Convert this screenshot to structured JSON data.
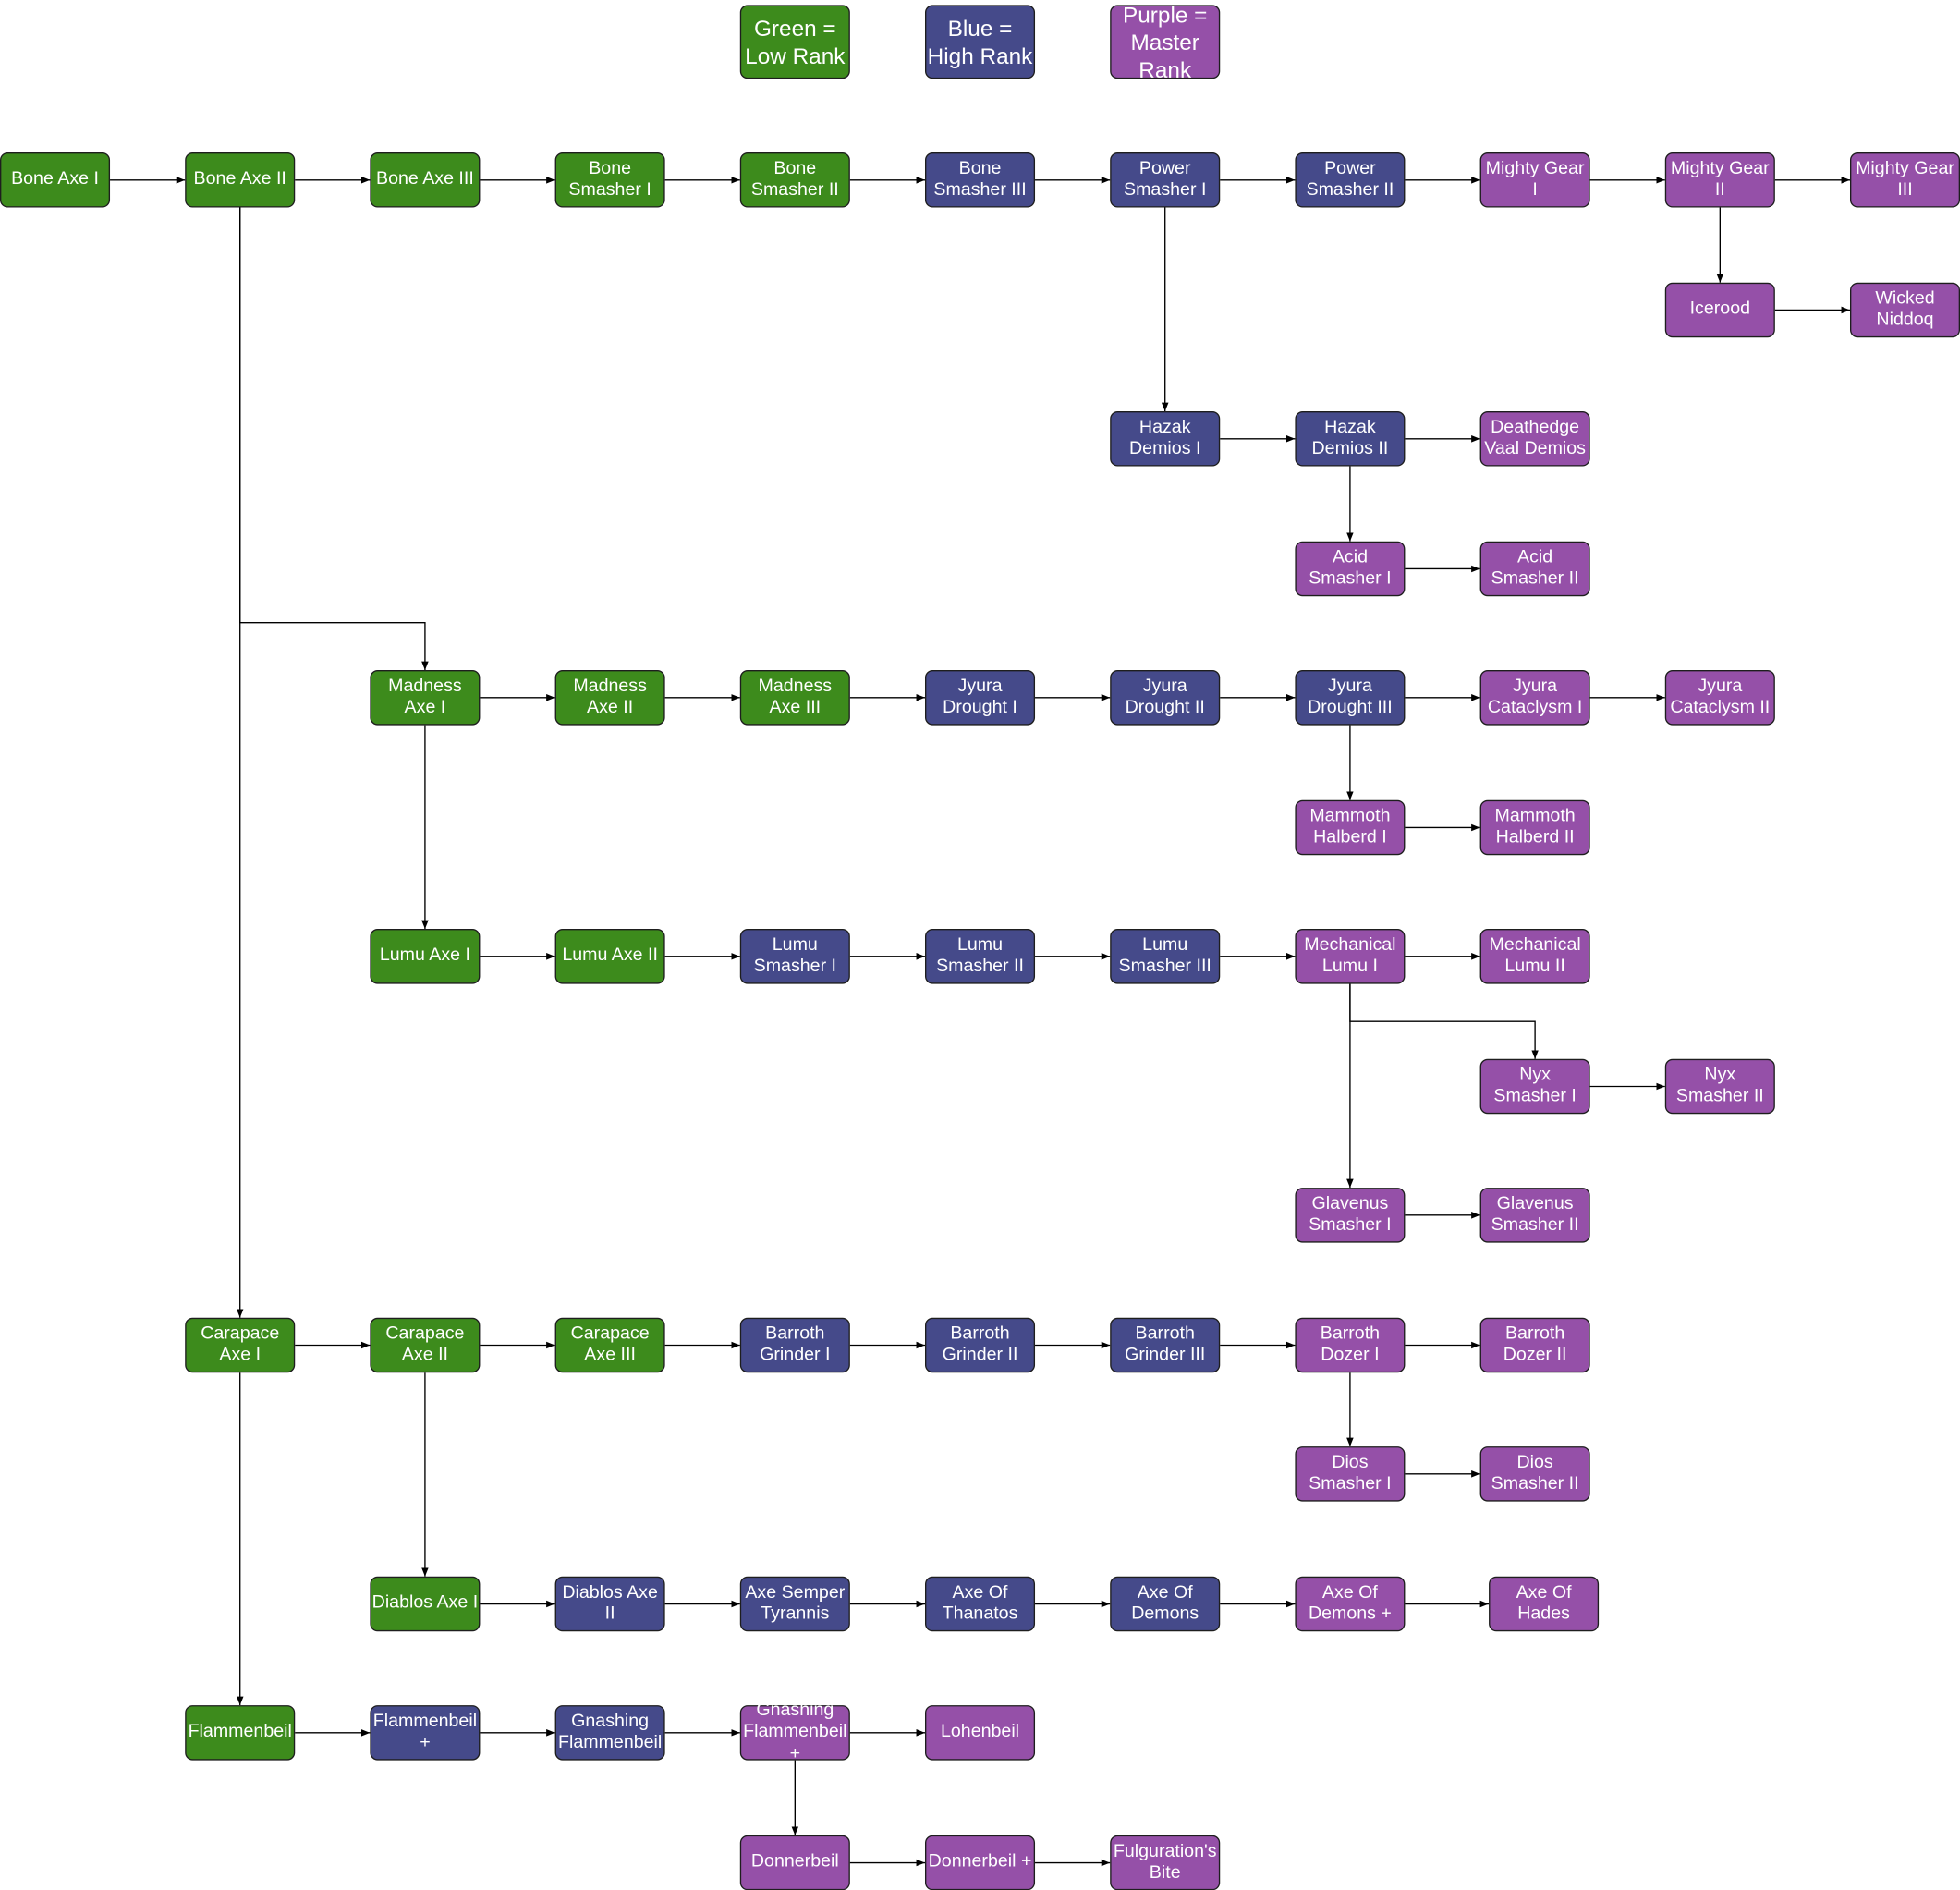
{
  "colors": {
    "low": "#3d8b1c",
    "high": "#454a8a",
    "master": "#9550a8",
    "edge": "#000000"
  },
  "legend": [
    {
      "id": "low",
      "label": "Green = Low Rank",
      "rank": "low"
    },
    {
      "id": "high",
      "label": "Blue = High Rank",
      "rank": "high"
    },
    {
      "id": "master",
      "label": "Purple = Master Rank",
      "rank": "master"
    }
  ],
  "nodes": [
    {
      "id": "bone-axe-1",
      "label": "Bone Axe I",
      "rank": "low"
    },
    {
      "id": "bone-axe-2",
      "label": "Bone Axe II",
      "rank": "low"
    },
    {
      "id": "bone-axe-3",
      "label": "Bone Axe III",
      "rank": "low"
    },
    {
      "id": "bone-smasher-1",
      "label": "Bone Smasher I",
      "rank": "low"
    },
    {
      "id": "bone-smasher-2",
      "label": "Bone Smasher II",
      "rank": "low"
    },
    {
      "id": "bone-smasher-3",
      "label": "Bone Smasher III",
      "rank": "high"
    },
    {
      "id": "power-smasher-1",
      "label": "Power Smasher I",
      "rank": "high"
    },
    {
      "id": "power-smasher-2",
      "label": "Power Smasher II",
      "rank": "high"
    },
    {
      "id": "mighty-gear-1",
      "label": "Mighty Gear I",
      "rank": "master"
    },
    {
      "id": "mighty-gear-2",
      "label": "Mighty Gear II",
      "rank": "master"
    },
    {
      "id": "mighty-gear-3",
      "label": "Mighty Gear III",
      "rank": "master"
    },
    {
      "id": "icerood",
      "label": "Icerood",
      "rank": "master"
    },
    {
      "id": "wicked-niddoq",
      "label": "Wicked Niddoq",
      "rank": "master"
    },
    {
      "id": "hazak-demios-1",
      "label": "Hazak Demios I",
      "rank": "high"
    },
    {
      "id": "hazak-demios-2",
      "label": "Hazak Demios II",
      "rank": "high"
    },
    {
      "id": "deathedge-vaal-demios",
      "label": "Deathedge Vaal Demios",
      "rank": "master"
    },
    {
      "id": "acid-smasher-1",
      "label": "Acid Smasher I",
      "rank": "master"
    },
    {
      "id": "acid-smasher-2",
      "label": "Acid Smasher II",
      "rank": "master"
    },
    {
      "id": "madness-axe-1",
      "label": "Madness Axe I",
      "rank": "low"
    },
    {
      "id": "madness-axe-2",
      "label": "Madness Axe II",
      "rank": "low"
    },
    {
      "id": "madness-axe-3",
      "label": "Madness Axe III",
      "rank": "low"
    },
    {
      "id": "jyura-drought-1",
      "label": "Jyura Drought I",
      "rank": "high"
    },
    {
      "id": "jyura-drought-2",
      "label": "Jyura Drought II",
      "rank": "high"
    },
    {
      "id": "jyura-drought-3",
      "label": "Jyura Drought III",
      "rank": "high"
    },
    {
      "id": "jyura-cataclysm-1",
      "label": "Jyura Cataclysm I",
      "rank": "master"
    },
    {
      "id": "jyura-cataclysm-2",
      "label": "Jyura Cataclysm II",
      "rank": "master"
    },
    {
      "id": "mammoth-halberd-1",
      "label": "Mammoth Halberd I",
      "rank": "master"
    },
    {
      "id": "mammoth-halberd-2",
      "label": "Mammoth Halberd II",
      "rank": "master"
    },
    {
      "id": "lumu-axe-1",
      "label": "Lumu Axe I",
      "rank": "low"
    },
    {
      "id": "lumu-axe-2",
      "label": "Lumu Axe II",
      "rank": "low"
    },
    {
      "id": "lumu-smasher-1",
      "label": "Lumu Smasher I",
      "rank": "high"
    },
    {
      "id": "lumu-smasher-2",
      "label": "Lumu Smasher II",
      "rank": "high"
    },
    {
      "id": "lumu-smasher-3",
      "label": "Lumu Smasher III",
      "rank": "high"
    },
    {
      "id": "mechanical-lumu-1",
      "label": "Mechanical Lumu I",
      "rank": "master"
    },
    {
      "id": "mechanical-lumu-2",
      "label": "Mechanical Lumu II",
      "rank": "master"
    },
    {
      "id": "nyx-smasher-1",
      "label": "Nyx Smasher I",
      "rank": "master"
    },
    {
      "id": "nyx-smasher-2",
      "label": "Nyx Smasher II",
      "rank": "master"
    },
    {
      "id": "glavenus-smasher-1",
      "label": "Glavenus Smasher I",
      "rank": "master"
    },
    {
      "id": "glavenus-smasher-2",
      "label": "Glavenus Smasher II",
      "rank": "master"
    },
    {
      "id": "carapace-axe-1",
      "label": "Carapace Axe I",
      "rank": "low"
    },
    {
      "id": "carapace-axe-2",
      "label": "Carapace Axe II",
      "rank": "low"
    },
    {
      "id": "carapace-axe-3",
      "label": "Carapace Axe III",
      "rank": "low"
    },
    {
      "id": "barroth-grinder-1",
      "label": "Barroth Grinder I",
      "rank": "high"
    },
    {
      "id": "barroth-grinder-2",
      "label": "Barroth Grinder II",
      "rank": "high"
    },
    {
      "id": "barroth-grinder-3",
      "label": "Barroth Grinder III",
      "rank": "high"
    },
    {
      "id": "barroth-dozer-1",
      "label": "Barroth Dozer I",
      "rank": "master"
    },
    {
      "id": "barroth-dozer-2",
      "label": "Barroth Dozer II",
      "rank": "master"
    },
    {
      "id": "dios-smasher-1",
      "label": "Dios Smasher I",
      "rank": "master"
    },
    {
      "id": "dios-smasher-2",
      "label": "Dios Smasher II",
      "rank": "master"
    },
    {
      "id": "diablos-axe-1",
      "label": "Diablos Axe I",
      "rank": "low"
    },
    {
      "id": "diablos-axe-2",
      "label": "Diablos Axe II",
      "rank": "high"
    },
    {
      "id": "axe-semper-tyrannis",
      "label": "Axe Semper Tyrannis",
      "rank": "high"
    },
    {
      "id": "axe-of-thanatos",
      "label": "Axe Of Thanatos",
      "rank": "high"
    },
    {
      "id": "axe-of-demons",
      "label": "Axe Of Demons",
      "rank": "high"
    },
    {
      "id": "axe-of-demons-plus",
      "label": "Axe Of Demons +",
      "rank": "master"
    },
    {
      "id": "axe-of-hades",
      "label": "Axe Of Hades",
      "rank": "master"
    },
    {
      "id": "flammenbeil",
      "label": "Flammenbeil",
      "rank": "low"
    },
    {
      "id": "flammenbeil-plus",
      "label": "Flammenbeil +",
      "rank": "high"
    },
    {
      "id": "gnashing-flammenbeil",
      "label": "Gnashing Flammenbeil",
      "rank": "high"
    },
    {
      "id": "gnashing-flammenbeil-plus",
      "label": "Gnashing Flammenbeil +",
      "rank": "master"
    },
    {
      "id": "lohenbeil",
      "label": "Lohenbeil",
      "rank": "master"
    },
    {
      "id": "donnerbeil",
      "label": "Donnerbeil",
      "rank": "master"
    },
    {
      "id": "donnerbeil-plus",
      "label": "Donnerbeil +",
      "rank": "master"
    },
    {
      "id": "fulgurations-bite",
      "label": "Fulguration's Bite",
      "rank": "master"
    }
  ],
  "edges": [
    [
      "bone-axe-1",
      "bone-axe-2"
    ],
    [
      "bone-axe-2",
      "bone-axe-3"
    ],
    [
      "bone-axe-3",
      "bone-smasher-1"
    ],
    [
      "bone-smasher-1",
      "bone-smasher-2"
    ],
    [
      "bone-smasher-2",
      "bone-smasher-3"
    ],
    [
      "bone-smasher-3",
      "power-smasher-1"
    ],
    [
      "power-smasher-1",
      "power-smasher-2"
    ],
    [
      "power-smasher-2",
      "mighty-gear-1"
    ],
    [
      "mighty-gear-1",
      "mighty-gear-2"
    ],
    [
      "mighty-gear-2",
      "mighty-gear-3"
    ],
    [
      "mighty-gear-2",
      "icerood"
    ],
    [
      "icerood",
      "wicked-niddoq"
    ],
    [
      "power-smasher-1",
      "hazak-demios-1"
    ],
    [
      "hazak-demios-1",
      "hazak-demios-2"
    ],
    [
      "hazak-demios-2",
      "deathedge-vaal-demios"
    ],
    [
      "hazak-demios-2",
      "acid-smasher-1"
    ],
    [
      "acid-smasher-1",
      "acid-smasher-2"
    ],
    [
      "bone-axe-2",
      "madness-axe-1"
    ],
    [
      "madness-axe-1",
      "madness-axe-2"
    ],
    [
      "madness-axe-2",
      "madness-axe-3"
    ],
    [
      "madness-axe-3",
      "jyura-drought-1"
    ],
    [
      "jyura-drought-1",
      "jyura-drought-2"
    ],
    [
      "jyura-drought-2",
      "jyura-drought-3"
    ],
    [
      "jyura-drought-3",
      "jyura-cataclysm-1"
    ],
    [
      "jyura-cataclysm-1",
      "jyura-cataclysm-2"
    ],
    [
      "jyura-drought-3",
      "mammoth-halberd-1"
    ],
    [
      "mammoth-halberd-1",
      "mammoth-halberd-2"
    ],
    [
      "madness-axe-1",
      "lumu-axe-1"
    ],
    [
      "lumu-axe-1",
      "lumu-axe-2"
    ],
    [
      "lumu-axe-2",
      "lumu-smasher-1"
    ],
    [
      "lumu-smasher-1",
      "lumu-smasher-2"
    ],
    [
      "lumu-smasher-2",
      "lumu-smasher-3"
    ],
    [
      "lumu-smasher-3",
      "mechanical-lumu-1"
    ],
    [
      "mechanical-lumu-1",
      "mechanical-lumu-2"
    ],
    [
      "mechanical-lumu-1",
      "nyx-smasher-1"
    ],
    [
      "nyx-smasher-1",
      "nyx-smasher-2"
    ],
    [
      "mechanical-lumu-1",
      "glavenus-smasher-1"
    ],
    [
      "glavenus-smasher-1",
      "glavenus-smasher-2"
    ],
    [
      "bone-axe-2",
      "carapace-axe-1"
    ],
    [
      "carapace-axe-1",
      "carapace-axe-2"
    ],
    [
      "carapace-axe-2",
      "carapace-axe-3"
    ],
    [
      "carapace-axe-3",
      "barroth-grinder-1"
    ],
    [
      "barroth-grinder-1",
      "barroth-grinder-2"
    ],
    [
      "barroth-grinder-2",
      "barroth-grinder-3"
    ],
    [
      "barroth-grinder-3",
      "barroth-dozer-1"
    ],
    [
      "barroth-dozer-1",
      "barroth-dozer-2"
    ],
    [
      "barroth-dozer-1",
      "dios-smasher-1"
    ],
    [
      "dios-smasher-1",
      "dios-smasher-2"
    ],
    [
      "carapace-axe-2",
      "diablos-axe-1"
    ],
    [
      "diablos-axe-1",
      "diablos-axe-2"
    ],
    [
      "diablos-axe-2",
      "axe-semper-tyrannis"
    ],
    [
      "axe-semper-tyrannis",
      "axe-of-thanatos"
    ],
    [
      "axe-of-thanatos",
      "axe-of-demons"
    ],
    [
      "axe-of-demons",
      "axe-of-demons-plus"
    ],
    [
      "axe-of-demons-plus",
      "axe-of-hades"
    ],
    [
      "carapace-axe-1",
      "flammenbeil"
    ],
    [
      "flammenbeil",
      "flammenbeil-plus"
    ],
    [
      "flammenbeil-plus",
      "gnashing-flammenbeil"
    ],
    [
      "gnashing-flammenbeil",
      "gnashing-flammenbeil-plus"
    ],
    [
      "gnashing-flammenbeil-plus",
      "lohenbeil"
    ],
    [
      "gnashing-flammenbeil-plus",
      "donnerbeil"
    ],
    [
      "donnerbeil",
      "donnerbeil-plus"
    ],
    [
      "donnerbeil-plus",
      "fulgurations-bite"
    ]
  ]
}
